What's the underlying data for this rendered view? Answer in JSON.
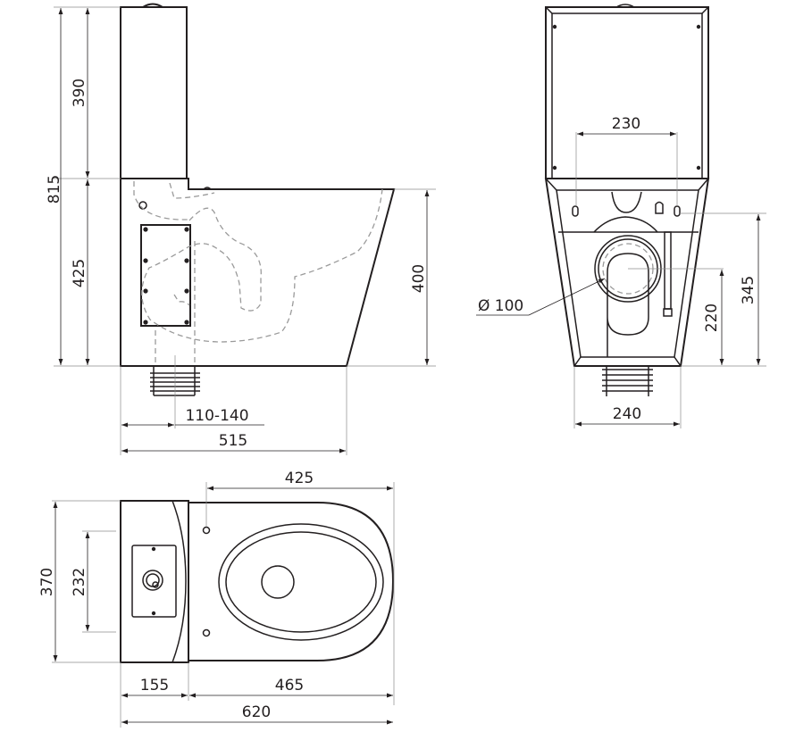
{
  "diagram": {
    "subject": "Close-coupled toilet technical drawing",
    "units": "mm",
    "views": {
      "side": {
        "dimensions": {
          "total_height": "815",
          "cistern_height": "390",
          "bowl_body_height": "425",
          "seat_height": "400",
          "outlet_distance": "110-140",
          "depth": "515"
        }
      },
      "rear": {
        "dimensions": {
          "fixing_spacing": "230",
          "outlet_diameter": "Ø 100",
          "fixing_height": "345",
          "outlet_height": "220",
          "base_width": "240"
        }
      },
      "top": {
        "dimensions": {
          "width": "370",
          "cistern_fixing_spacing": "232",
          "seat_fixing_to_front": "425",
          "cistern_depth": "155",
          "bowl_length": "465",
          "overall_length": "620"
        }
      }
    },
    "colors": {
      "line": "#231f20",
      "hidden_line": "#9a9a9a",
      "background": "#ffffff"
    }
  }
}
